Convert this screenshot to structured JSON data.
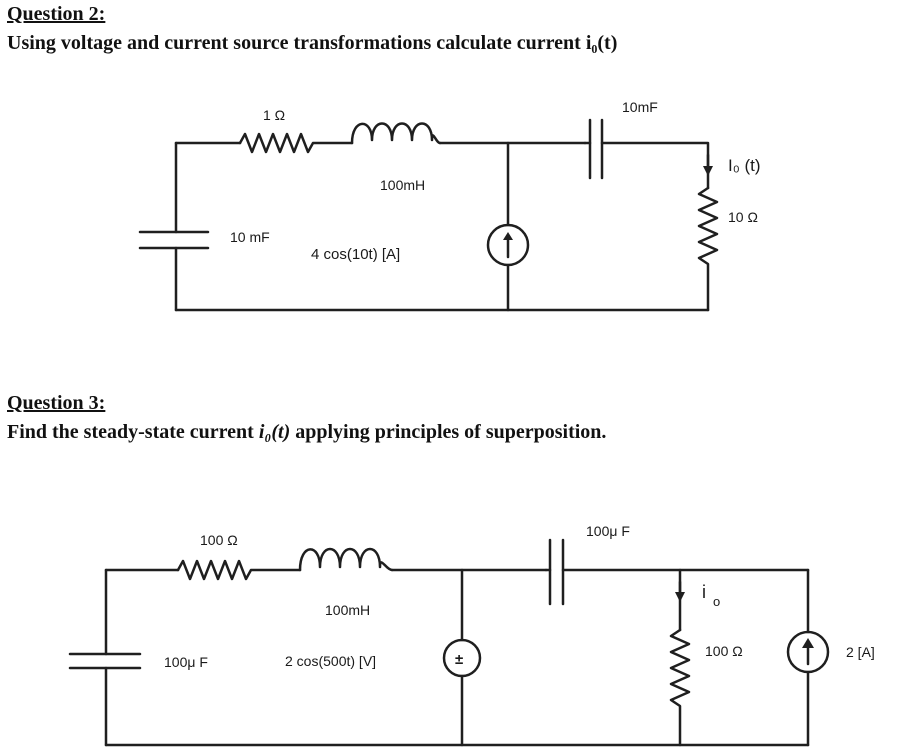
{
  "question2": {
    "title": "Question 2:",
    "text": "Using voltage and current source transformations calculate current i₀(t)",
    "labels": {
      "r1": "1 Ω",
      "l1": "100mH",
      "c_series": "10mF",
      "c_shunt": "10 mF",
      "source": "4 cos(10t) [A]",
      "io": "I₀ (t)",
      "r_load": "10 Ω"
    }
  },
  "question3": {
    "title": "Question 3:",
    "text_prefix": "Find the steady-state current ",
    "text_var": "i₀(t)",
    "text_suffix": " applying principles of superposition.",
    "labels": {
      "r1": "100 Ω",
      "l1": "100mH",
      "c_series": "100μ F",
      "c_shunt": "100μ F",
      "vsource": "2 cos(500t) [V]",
      "io": "i",
      "io_sub": "o",
      "r_load": "100 Ω",
      "isource": "2 [A]"
    }
  }
}
